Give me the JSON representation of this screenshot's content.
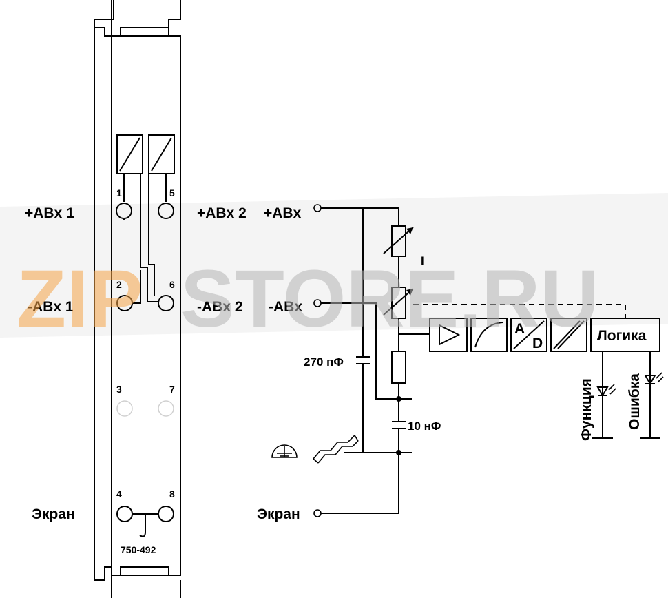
{
  "module": {
    "part_number": "750-492",
    "left_labels": {
      "plus1": "+ABx 1",
      "minus1": "-ABx 1",
      "screen": "Экран"
    },
    "right_labels": {
      "plus2": "+ABx 2",
      "minus2": "-ABx 2"
    },
    "terminals": [
      "1",
      "5",
      "2",
      "6",
      "3",
      "7",
      "4",
      "8"
    ]
  },
  "schematic": {
    "input_plus": "+ABx",
    "input_minus": "-ABx",
    "screen": "Экран",
    "cap1": "270 пФ",
    "cap2": "10 нФ",
    "current_marker": "I",
    "adc_top": "A",
    "adc_bottom": "D",
    "logic": "Логика",
    "led_function": "Функция",
    "led_error": "Ошибка"
  },
  "watermark": {
    "prefix": "ZIP",
    "rest": "STORE.RU",
    "prefix_color": "#f5a54a",
    "rest_color": "#b5b5b5"
  }
}
